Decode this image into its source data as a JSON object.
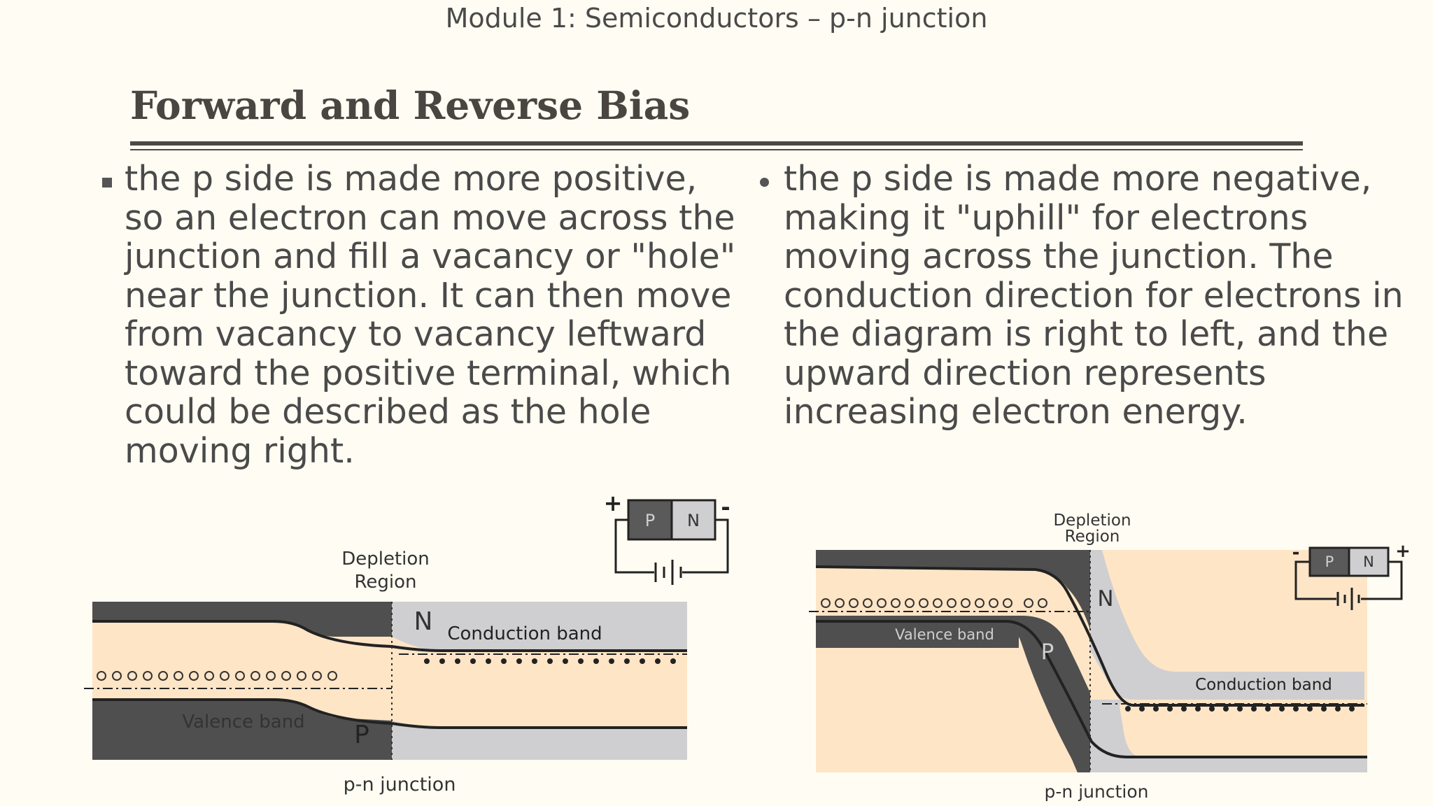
{
  "header": {
    "module_title": "Module 1: Semiconductors –  p-n junction"
  },
  "slide": {
    "title": "Forward and Reverse Bias"
  },
  "left_text": "the p side is made more positive, so an electron can move across the junction and fill a vacancy or \"hole\" near the junction.  It can then move from vacancy to vacancy leftward toward the positive terminal, which could be described as the hole moving right.",
  "right_text": "the p side is made more negative, making it \"uphill\" for electrons moving across the junction.  The conduction direction for electrons in the diagram is right to left, and the upward direction represents increasing electron energy.",
  "forward_diagram": {
    "depletion_label_1": "Depletion",
    "depletion_label_2": "Region",
    "n_label": "N",
    "p_label": "P",
    "conduction_band": "Conduction band",
    "valence_band": "Valence band",
    "caption": "p-n junction",
    "battery": {
      "plus": "+",
      "minus": "-",
      "p": "P",
      "n": "N"
    }
  },
  "reverse_diagram": {
    "depletion_label_1": "Depletion",
    "depletion_label_2": "Region",
    "n_label": "N",
    "p_label": "P",
    "conduction_band": "Conduction band",
    "valence_band": "Valence band",
    "caption": "p-n junction",
    "battery": {
      "plus": "+",
      "minus": "-",
      "p": "P",
      "n": "N"
    }
  },
  "colors": {
    "dark_band": "#4f4f4f",
    "light_band": "#cfcfd1",
    "peach": "#fde5c6",
    "text": "#4a4a4a"
  }
}
